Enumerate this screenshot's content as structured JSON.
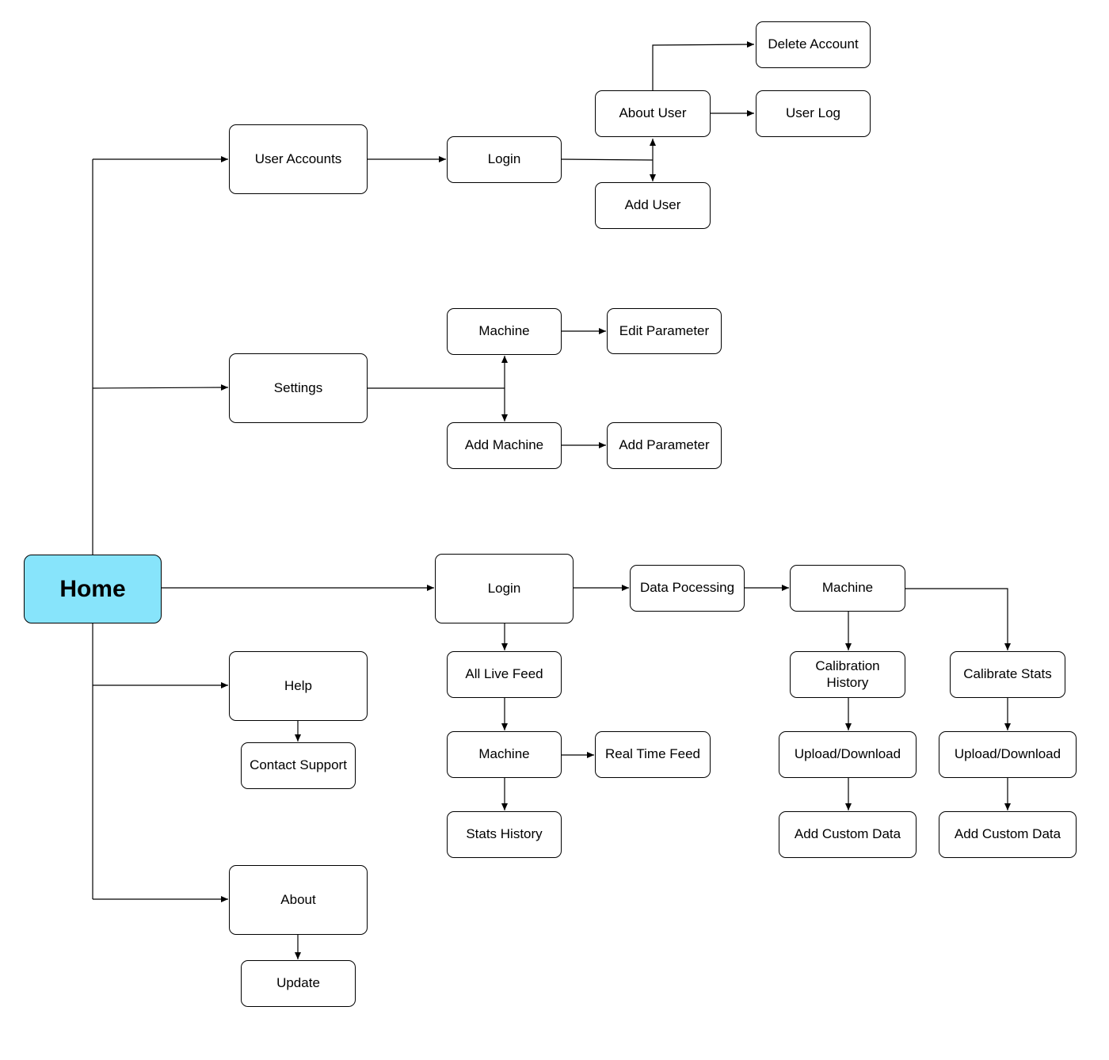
{
  "colors": {
    "home_fill": "#87e4fb",
    "line": "#000000",
    "node_fill": "#ffffff"
  },
  "nodes": {
    "home": "Home",
    "user_accounts": "User Accounts",
    "login_top": "Login",
    "about_user": "About User",
    "delete_account": "Delete Account",
    "user_log": "User Log",
    "add_user": "Add User",
    "settings": "Settings",
    "machine_settings": "Machine",
    "edit_parameter": "Edit Parameter",
    "add_machine": "Add Machine",
    "add_parameter": "Add Parameter",
    "login_main": "Login",
    "data_processing": "Data Pocessing",
    "machine_dp": "Machine",
    "calibration_history": "Calibration\nHistory",
    "calibrate_stats": "Calibrate Stats",
    "upload_download_1": "Upload/Download",
    "upload_download_2": "Upload/Download",
    "add_custom_data_1": "Add Custom Data",
    "add_custom_data_2": "Add Custom Data",
    "all_live_feed": "All Live Feed",
    "machine_feed": "Machine",
    "real_time_feed": "Real Time Feed",
    "stats_history": "Stats History",
    "help": "Help",
    "contact_support": "Contact Support",
    "about": "About",
    "update": "Update"
  }
}
